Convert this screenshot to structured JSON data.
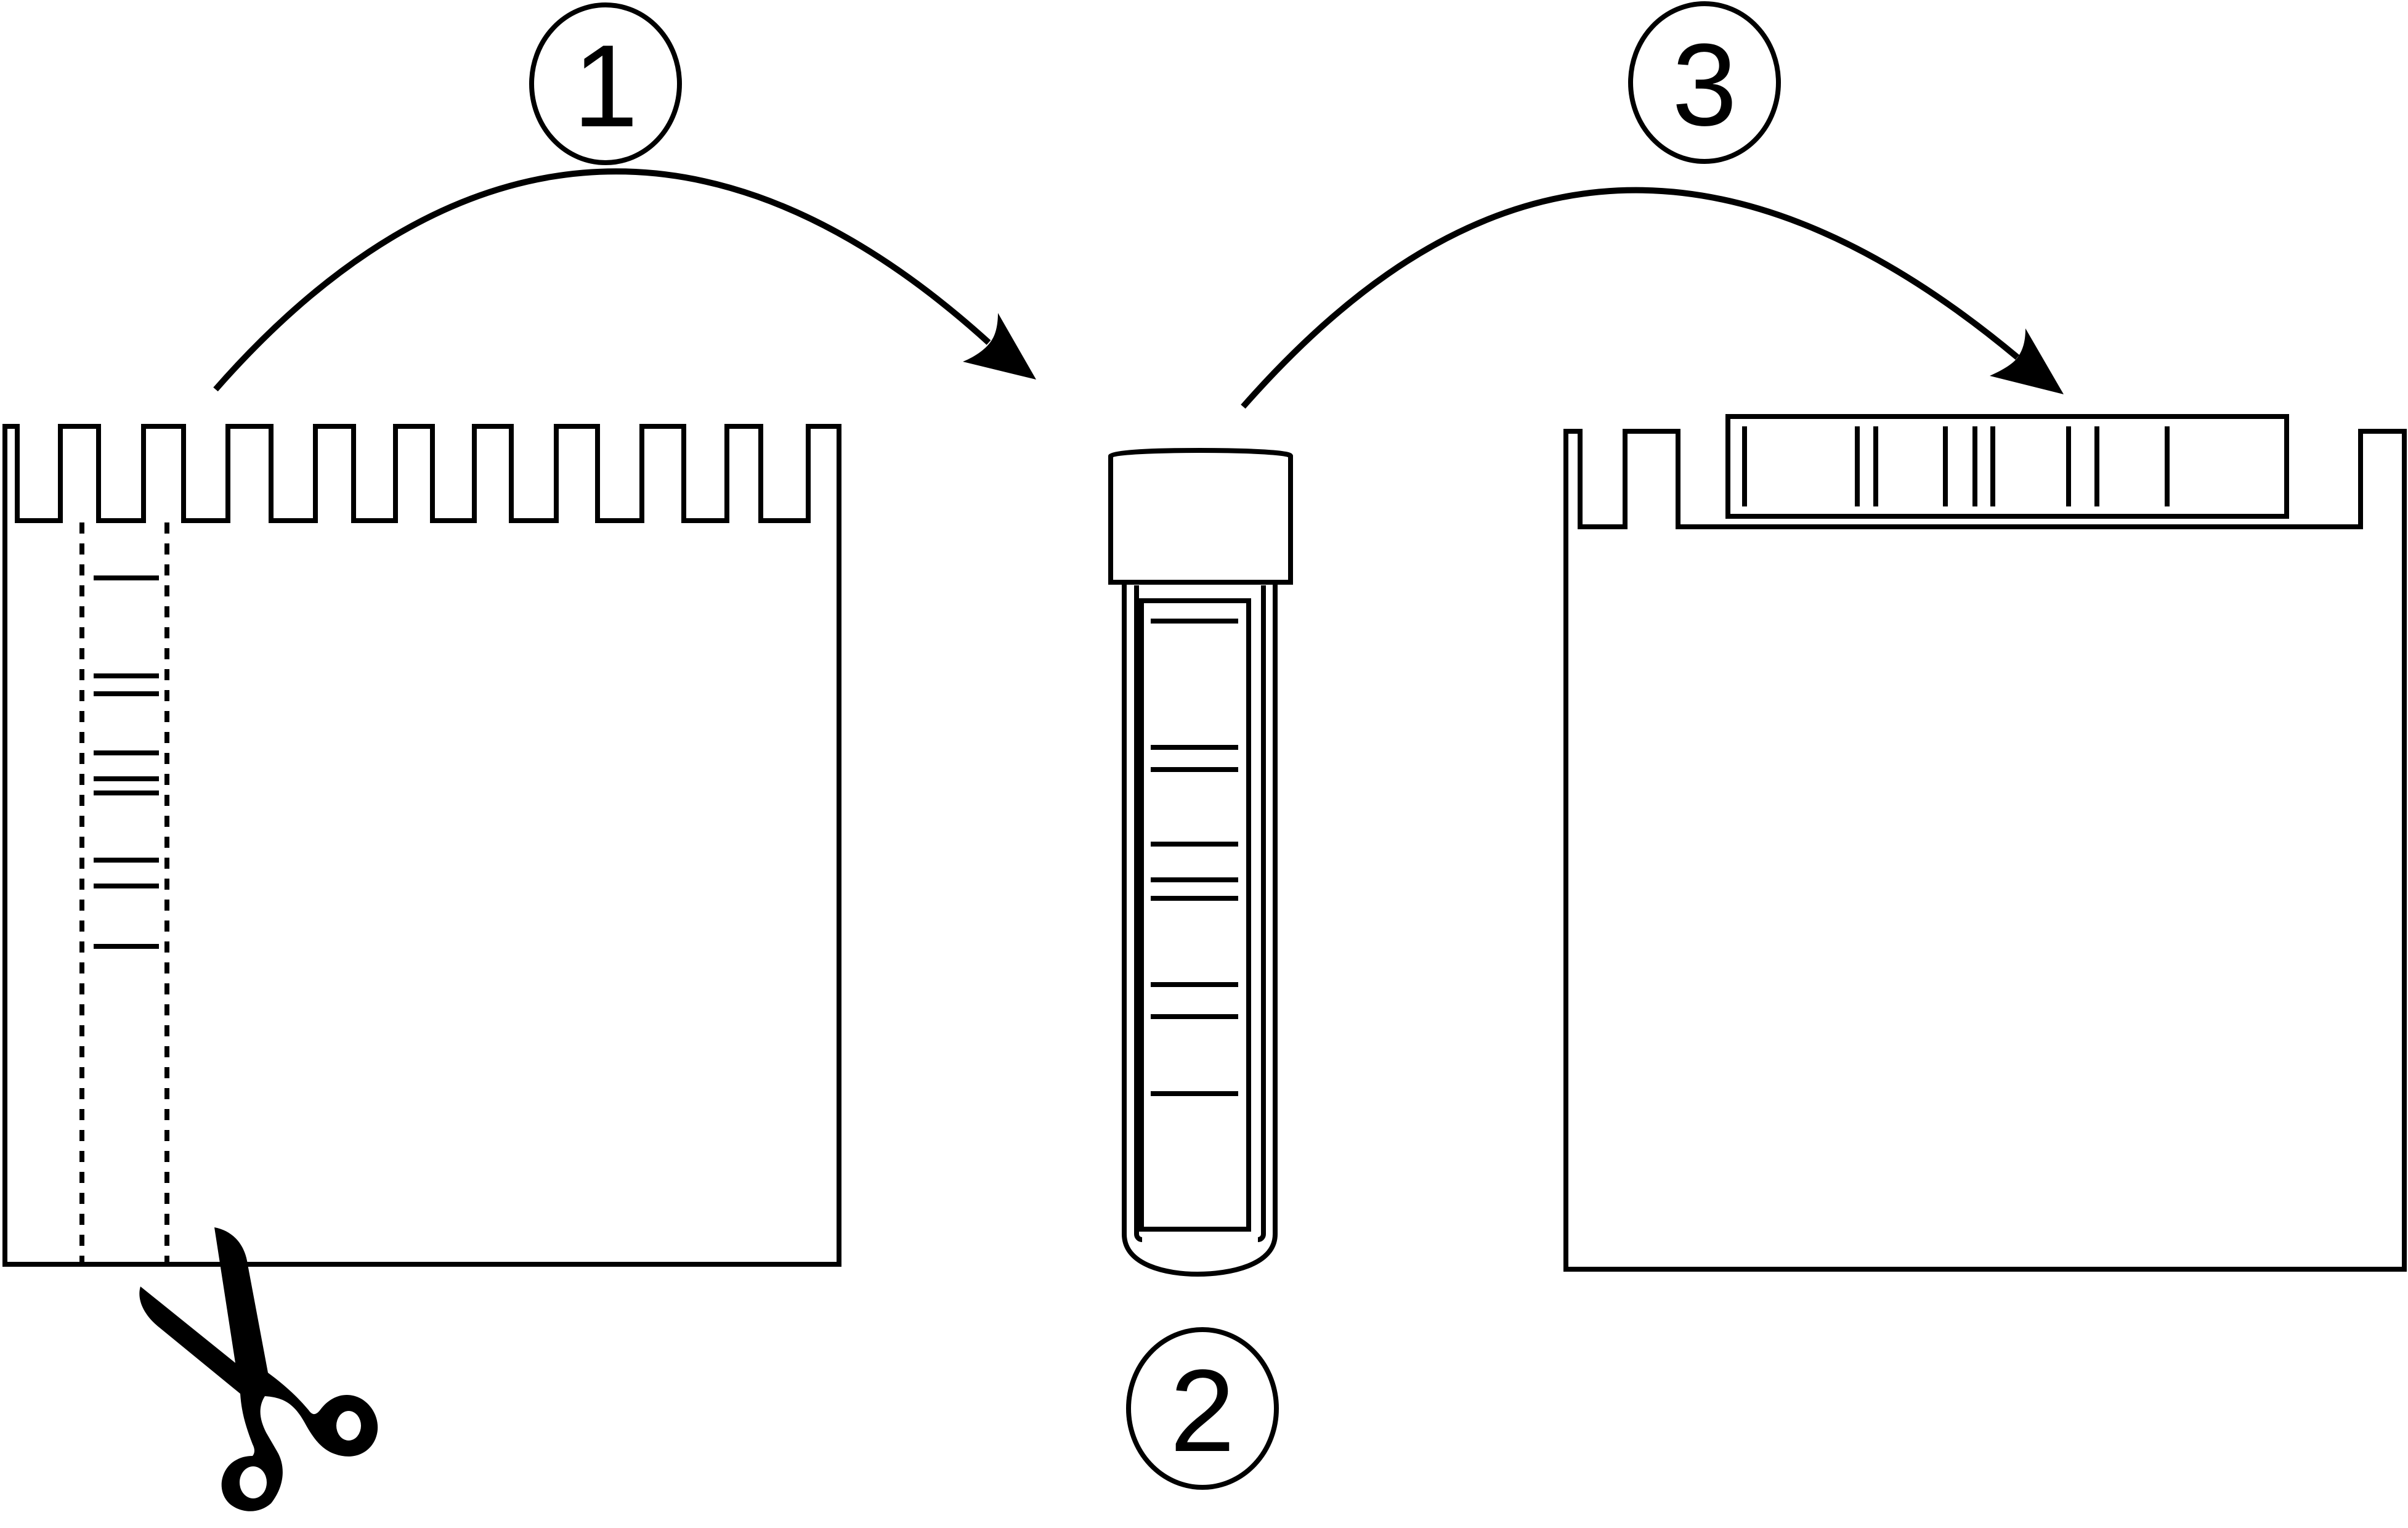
{
  "steps": [
    {
      "label": "1"
    },
    {
      "label": "2"
    },
    {
      "label": "3"
    }
  ],
  "colors": {
    "line": "#000000",
    "background": "#ffffff"
  },
  "icons": {
    "cut_tool": "scissors-icon",
    "tube": "tube-icon",
    "arrow": "curved-arrow-icon"
  }
}
